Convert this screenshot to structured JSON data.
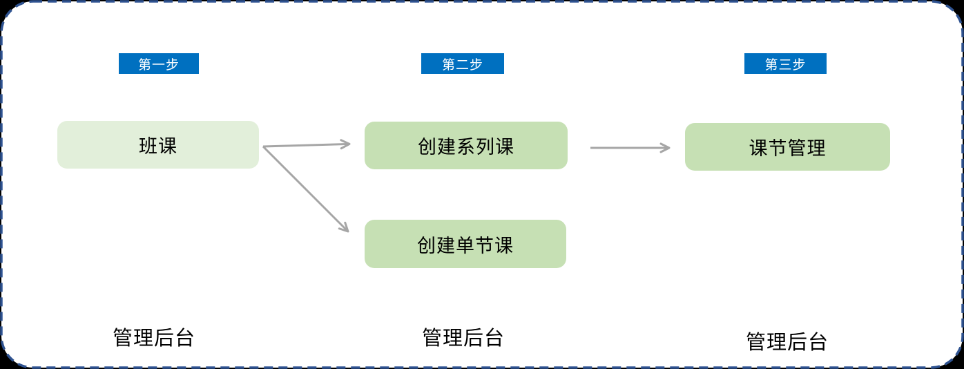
{
  "colors": {
    "outside_background": "#000000",
    "canvas_background": "#FFFFFF",
    "frame_border": "#2E5290",
    "badge_background": "#0070C0",
    "badge_text": "#FFFFFF",
    "node_light_green": "#E2EFDA",
    "node_green": "#C6E0B4",
    "node_text": "#000000",
    "arrow": "#A6A6A6",
    "footer_text": "#000000"
  },
  "badges": [
    {
      "label": "第一步"
    },
    {
      "label": "第二步"
    },
    {
      "label": "第三步"
    }
  ],
  "nodes": {
    "class_course": "班课",
    "create_series_course": "创建系列课",
    "create_single_lesson": "创建单节课",
    "lesson_management": "课节管理"
  },
  "footer_labels": [
    "管理后台",
    "管理后台",
    "管理后台"
  ]
}
